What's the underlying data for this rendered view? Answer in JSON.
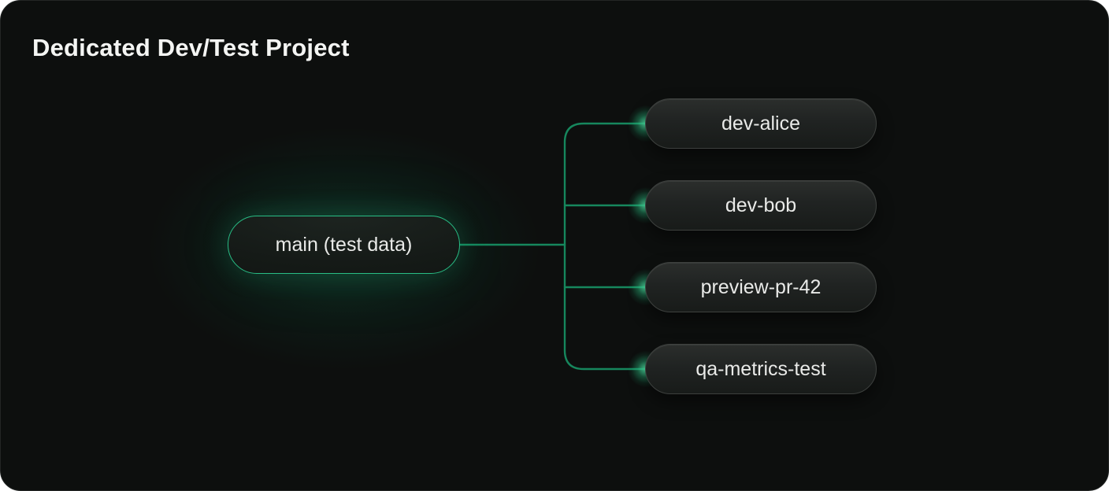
{
  "title": "Dedicated Dev/Test Project",
  "diagram": {
    "root": {
      "label": "main (test data)"
    },
    "branches": [
      {
        "label": "dev-alice"
      },
      {
        "label": "dev-bob"
      },
      {
        "label": "preview-pr-42"
      },
      {
        "label": "qa-metrics-test"
      }
    ],
    "colors": {
      "connector": "#16875d",
      "endpoint_glow": "#3fe3a4",
      "root_border": "#29bd85",
      "root_glow": "#16be82",
      "card_background": "#0d0f0e",
      "branch_node_background": "#232624",
      "node_text": "#e9eae8",
      "title_text": "#f4f5f3"
    }
  }
}
